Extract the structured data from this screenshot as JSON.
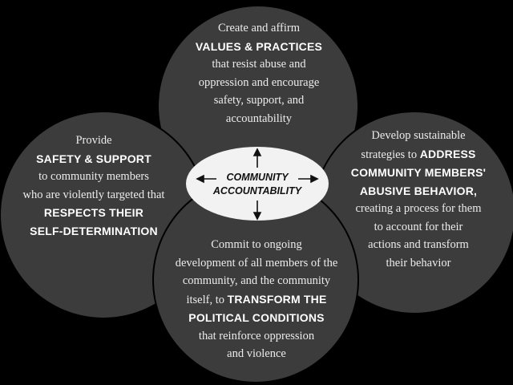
{
  "center": {
    "line1": "COMMUNITY",
    "line2": "ACCOUNTABILITY"
  },
  "top": {
    "l1": "Create and affirm",
    "l2": "VALUES & PRACTICES",
    "l3": "that resist abuse and",
    "l4": "oppression and encourage",
    "l5": "safety, support, and",
    "l6": "accountability"
  },
  "left": {
    "l1": "Provide",
    "l2": "SAFETY & SUPPORT",
    "l3": "to community members",
    "l4": "who are violently targeted that",
    "l5": "RESPECTS THEIR",
    "l6": "SELF-DETERMINATION"
  },
  "right": {
    "l1": "Develop sustainable",
    "l2a": "strategies to",
    "l2b": "ADDRESS",
    "l3": "COMMUNITY MEMBERS'",
    "l4": "ABUSIVE BEHAVIOR,",
    "l5": "creating a process for them",
    "l6": "to account for their",
    "l7": "actions and transform",
    "l8": "their behavior"
  },
  "bottom": {
    "l1": "Commit to ongoing",
    "l2": "development of all members of the",
    "l3": "community, and the community",
    "l4a": "itself, to",
    "l4b": "TRANSFORM THE",
    "l5": "POLITICAL CONDITIONS",
    "l6": "that reinforce oppression",
    "l7": "and violence"
  },
  "colors": {
    "background": "#000000",
    "circle": "#3c3c3c",
    "center_oval": "#f2f2f2"
  }
}
